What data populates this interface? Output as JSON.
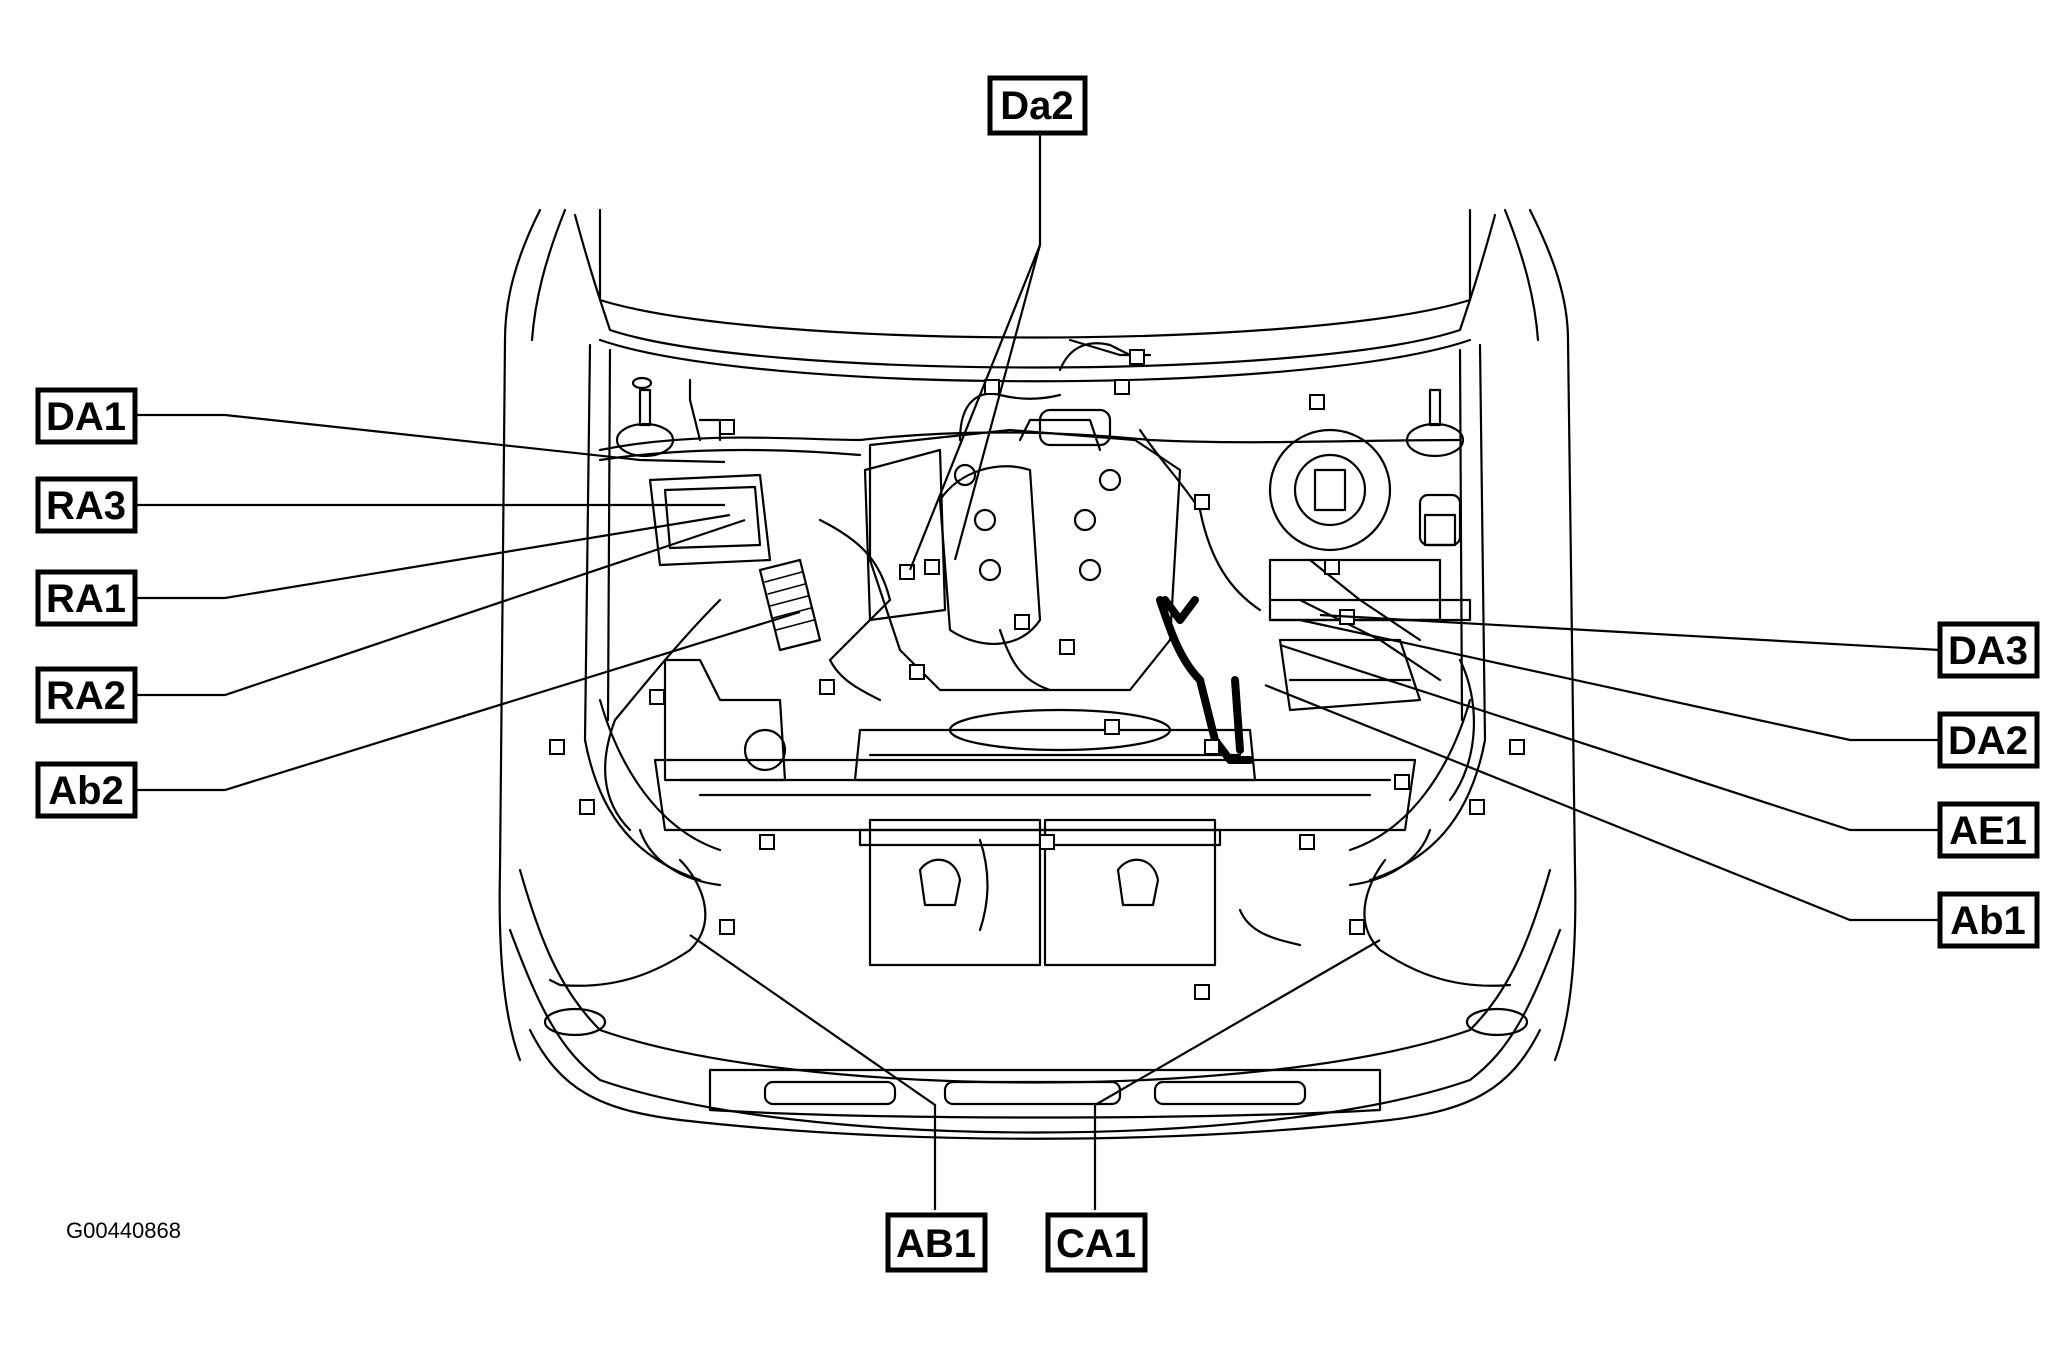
{
  "figure_id": "G00440868",
  "callouts": {
    "da2_top": "Da2",
    "da1": "DA1",
    "ra3": "RA3",
    "ra1": "RA1",
    "ra2": "RA2",
    "ab2": "Ab2",
    "da3": "DA3",
    "da2_right": "DA2",
    "ae1": "AE1",
    "ab1_right": "Ab1",
    "ab1_bottom": "AB1",
    "ca1": "CA1"
  }
}
